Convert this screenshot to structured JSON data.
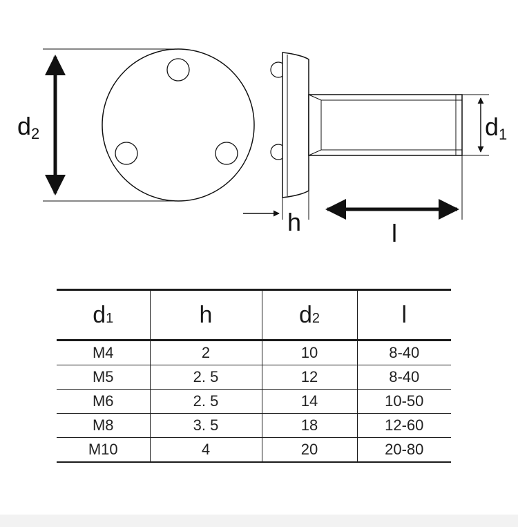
{
  "drawing": {
    "label_d2_main": "d",
    "label_d2_sub": "2",
    "label_d1_main": "d",
    "label_d1_sub": "1",
    "label_h": "h",
    "label_l": "l"
  },
  "table": {
    "headers": [
      {
        "main": "d",
        "sub": "1"
      },
      {
        "main": "h",
        "sub": ""
      },
      {
        "main": "d",
        "sub": "2"
      },
      {
        "main": "l",
        "sub": ""
      }
    ],
    "rows": [
      [
        "M4",
        "2",
        "10",
        "8-40"
      ],
      [
        "M5",
        "2. 5",
        "12",
        "8-40"
      ],
      [
        "M6",
        "2. 5",
        "14",
        "10-50"
      ],
      [
        "M8",
        "3. 5",
        "18",
        "12-60"
      ],
      [
        "M10",
        "4",
        "20",
        "20-80"
      ]
    ]
  }
}
